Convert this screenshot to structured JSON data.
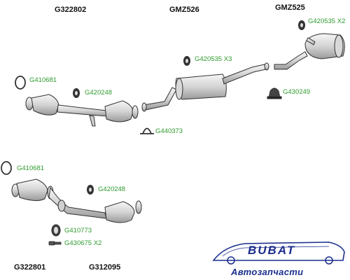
{
  "assemblies": {
    "top_left": "G322802",
    "top_center": "GMZ526",
    "top_right": "GMZ525",
    "bottom_left": "G322801",
    "bottom_center": "G312095"
  },
  "parts": {
    "gasket_top_right": "G420535 X2",
    "hanger_center": "G420535 X3",
    "ring_top_left": "G410681",
    "hanger_top_left": "G420248",
    "mount_right": "G430249",
    "clamp_center": "G440373",
    "ring_bottom_left": "G410681",
    "hanger_bottom": "G420248",
    "seal_bottom": "G410773",
    "bolt_bottom": "G430675 X2"
  },
  "brand": {
    "logo_text": "BUBAT",
    "subtitle": "Автозапчасти"
  },
  "colors": {
    "part_label": "#2e9b2e",
    "brand_blue": "#1b2f8e",
    "line": "#333333",
    "fill": "#e8e8e8"
  }
}
